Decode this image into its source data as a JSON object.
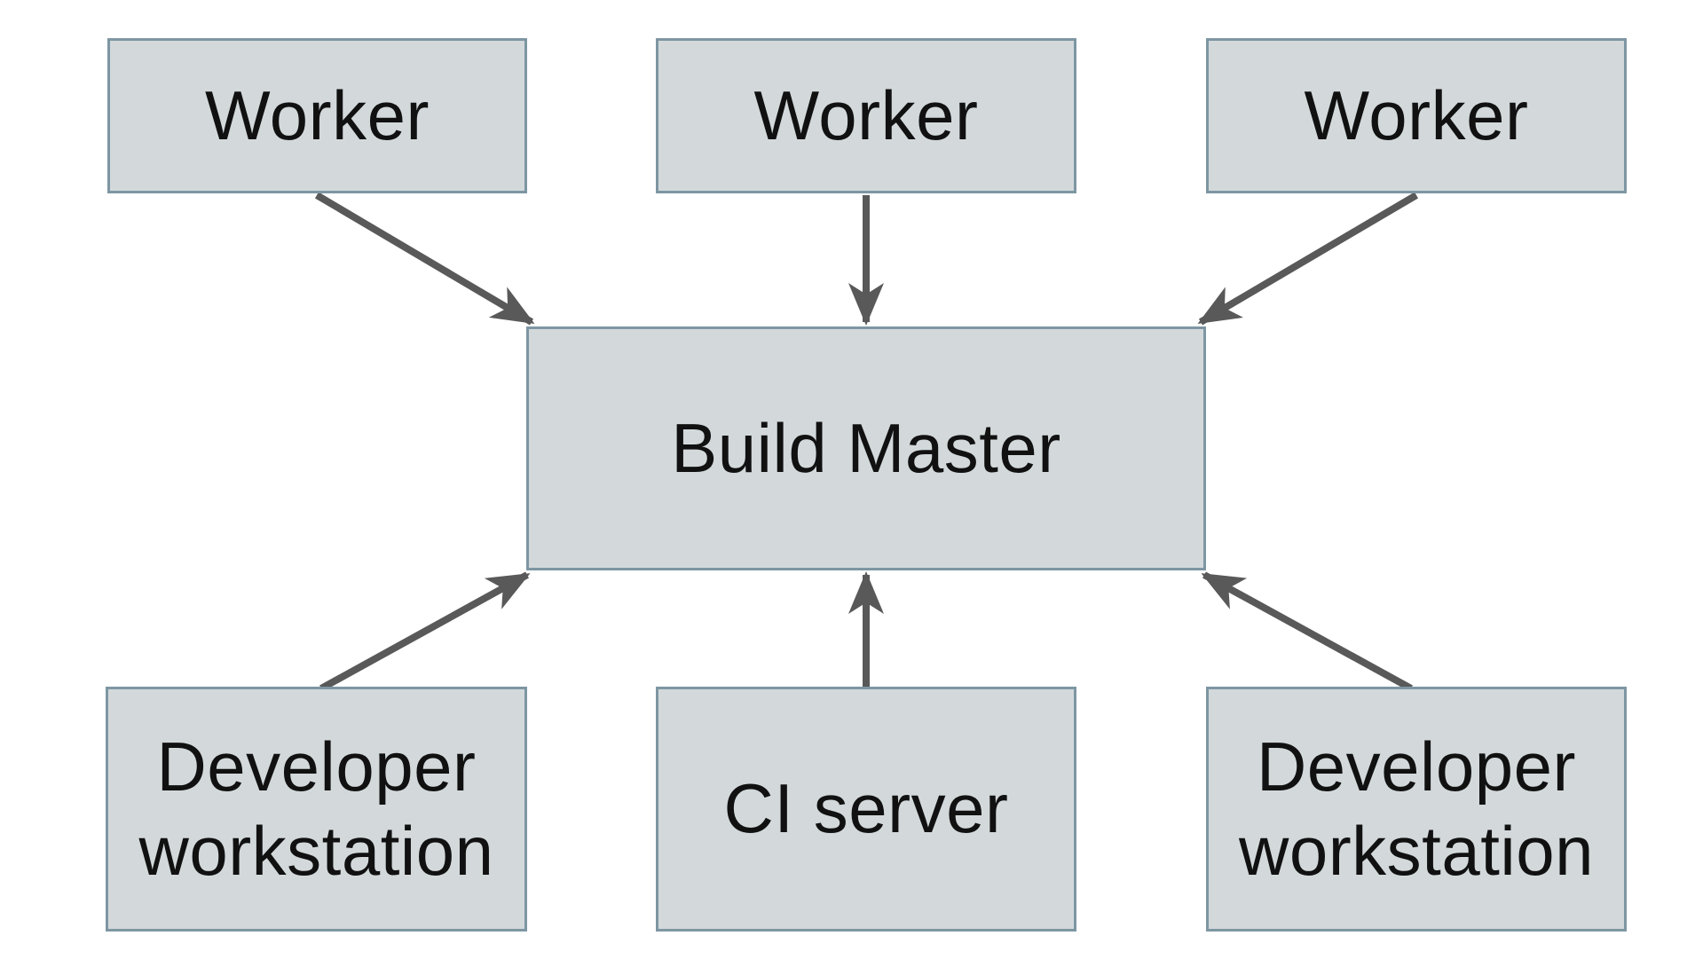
{
  "diagram": {
    "type": "architecture-diagram",
    "background": "#ffffff",
    "node_style": {
      "fill": "#d3d9db",
      "border": "#7e96a3",
      "text_color": "#111111"
    },
    "arrow_color": "#595959",
    "nodes": [
      {
        "id": "worker-1",
        "label": "Worker"
      },
      {
        "id": "worker-2",
        "label": "Worker"
      },
      {
        "id": "worker-3",
        "label": "Worker"
      },
      {
        "id": "build-master",
        "label": "Build Master"
      },
      {
        "id": "developer-workstation-1",
        "label": "Developer workstation"
      },
      {
        "id": "ci-server",
        "label": "CI server"
      },
      {
        "id": "developer-workstation-2",
        "label": "Developer workstation"
      }
    ],
    "edges": [
      {
        "from": "worker-1",
        "to": "build-master"
      },
      {
        "from": "worker-2",
        "to": "build-master"
      },
      {
        "from": "worker-3",
        "to": "build-master"
      },
      {
        "from": "developer-workstation-1",
        "to": "build-master"
      },
      {
        "from": "ci-server",
        "to": "build-master"
      },
      {
        "from": "developer-workstation-2",
        "to": "build-master"
      }
    ]
  }
}
